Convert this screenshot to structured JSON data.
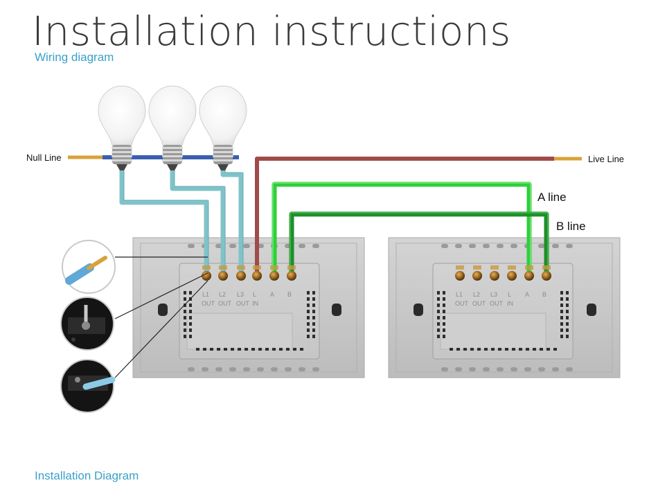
{
  "title": "Installation instructions",
  "subtitle": "Wiring diagram",
  "footer": "Installation Diagram",
  "labels": {
    "null_line": "Null Line",
    "live_line": "Live Line",
    "a_line": "A line",
    "b_line": "B line"
  },
  "terminals": [
    "L1",
    "L2",
    "L3",
    "L",
    "A",
    "B"
  ],
  "out_labels": [
    "OUT",
    "OUT",
    "OUT",
    "IN"
  ],
  "colors": {
    "accent": "#3aa0c8",
    "live_wire": "#a04a4a",
    "a_wire": "#2fcf3a",
    "b_wire": "#1f8f2a",
    "null_wire": "#3b5fb0",
    "lamp_wire": "#7fc3c9",
    "copper": "#d8a23a"
  }
}
